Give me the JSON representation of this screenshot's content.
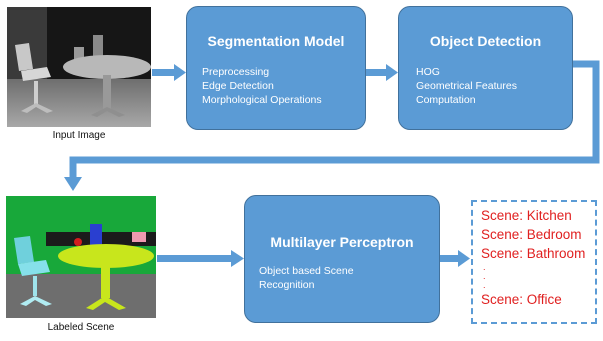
{
  "input_image": {
    "caption": "Input Image"
  },
  "labeled_scene": {
    "caption": "Labeled Scene"
  },
  "segmentation": {
    "title": "Segmentation Model",
    "items": [
      "Preprocessing",
      "Edge Detection",
      "Morphological Operations"
    ]
  },
  "detection": {
    "title": "Object Detection",
    "items": [
      "HOG",
      "Geometrical Features",
      "Computation"
    ]
  },
  "mlp": {
    "title": "Multilayer Perceptron",
    "items": [
      "Object based Scene",
      "Recognition"
    ]
  },
  "output": {
    "scenes": [
      "Scene: Kitchen",
      "Scene: Bedroom",
      "Scene: Bathroom"
    ],
    "dots": [
      ".",
      ".",
      "."
    ],
    "last_scene": "Scene: Office"
  },
  "colors": {
    "box_fill": "#5b9bd5",
    "box_border": "#41719c",
    "arrow": "#5b9bd5",
    "output_text": "#e02020"
  }
}
